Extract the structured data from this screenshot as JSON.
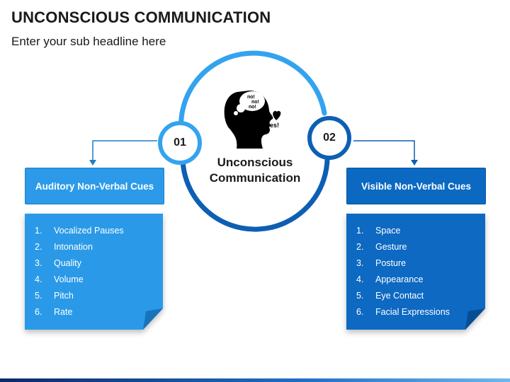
{
  "header": {
    "title": "UNCONSCIOUS COMMUNICATION",
    "subtitle": "Enter your sub headline here"
  },
  "center": {
    "line1": "Unconscious",
    "line2": "Communication",
    "thought_bubble": [
      "no!",
      "no!",
      "no!"
    ],
    "yes_text": "yes!"
  },
  "badges": {
    "left": "01",
    "right": "02"
  },
  "left_panel": {
    "title": "Auditory Non-Verbal Cues",
    "items": [
      {
        "num": "1.",
        "text": "Vocalized Pauses"
      },
      {
        "num": "2.",
        "text": "Intonation"
      },
      {
        "num": "3.",
        "text": "Quality"
      },
      {
        "num": "4.",
        "text": "Volume"
      },
      {
        "num": "5.",
        "text": "Pitch"
      },
      {
        "num": "6.",
        "text": "Rate"
      }
    ]
  },
  "right_panel": {
    "title": "Visible Non-Verbal Cues",
    "items": [
      {
        "num": "1.",
        "text": "Space"
      },
      {
        "num": "2.",
        "text": "Gesture"
      },
      {
        "num": "3.",
        "text": "Posture"
      },
      {
        "num": "4.",
        "text": "Appearance"
      },
      {
        "num": "5.",
        "text": "Eye Contact"
      },
      {
        "num": "6.",
        "text": "Facial Expressions"
      }
    ]
  },
  "colors": {
    "light_blue": "#2c9ae8",
    "dark_blue": "#0b69c2",
    "ring_light": "#34a3ef",
    "ring_dark": "#0d5fb4"
  }
}
